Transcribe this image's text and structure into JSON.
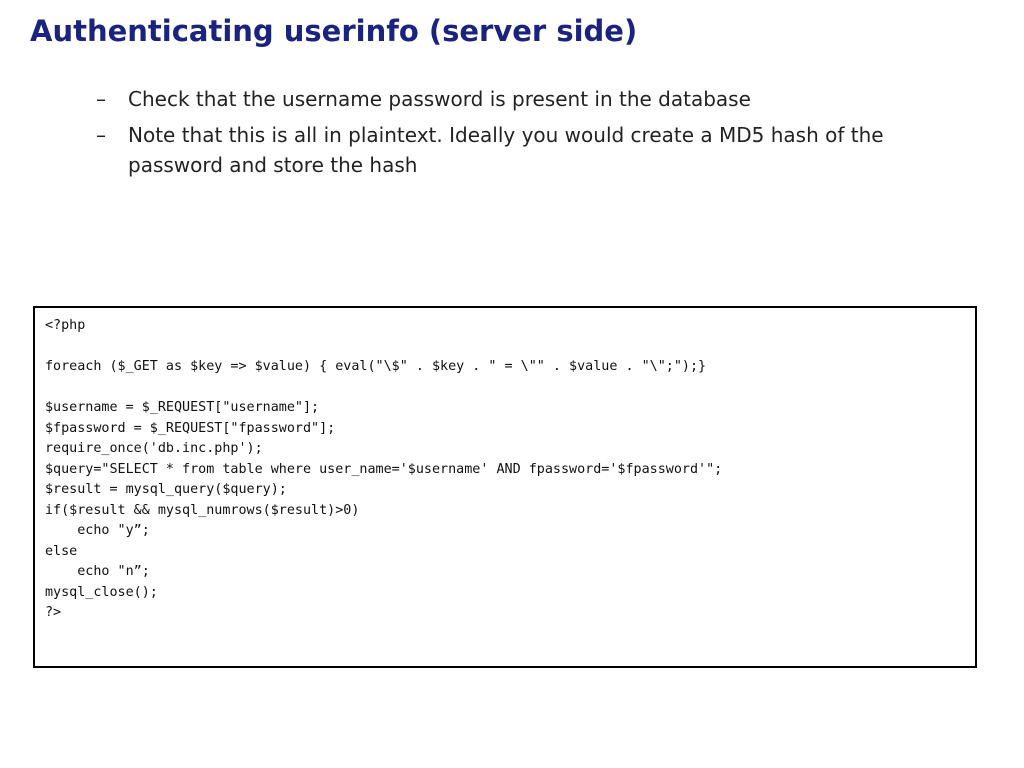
{
  "slide": {
    "title": "Authenticating userinfo (server side)",
    "bullets": [
      {
        "marker": "–",
        "text": "Check that the username password is present in the database"
      },
      {
        "marker": "–",
        "text": "Note that this is all in plaintext. Ideally you would create a MD5 hash of the password and store the hash"
      }
    ]
  },
  "code": {
    "lines": [
      "<?php",
      "",
      "foreach ($_GET as $key => $value) { eval(\"\\$\" . $key . \" = \\\"\" . $value . \"\\\";\");}",
      "",
      "$username = $_REQUEST[\"username\"];",
      "$fpassword = $_REQUEST[\"fpassword\"];",
      "require_once('db.inc.php');",
      "$query=\"SELECT * from table where user_name='$username' AND fpassword='$fpassword'\";",
      "$result = mysql_query($query);",
      "if($result && mysql_numrows($result)>0)",
      "    echo \"y”;",
      "else",
      "    echo \"n”;",
      "mysql_close();",
      "?>"
    ]
  },
  "colors": {
    "title": "#1a237e",
    "text": "#222222",
    "border": "#000000"
  }
}
